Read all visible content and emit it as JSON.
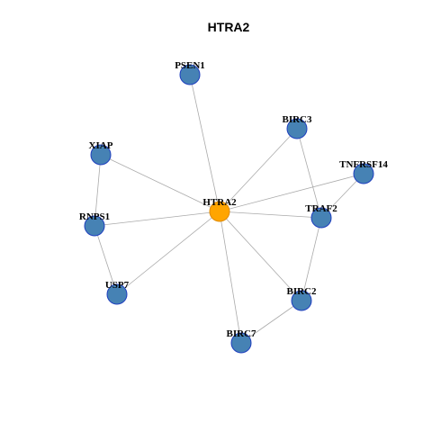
{
  "title": "HTRA2",
  "colors": {
    "center_fill": "#ffa500",
    "center_stroke": "#e08a00",
    "node_fill": "#4682b4",
    "node_stroke": "#1f3fbf",
    "edge": "#aaaaaa"
  },
  "nodes": [
    {
      "id": "HTRA2",
      "label": "HTRA2",
      "center": true
    },
    {
      "id": "PSEN1",
      "label": "PSEN1"
    },
    {
      "id": "BIRC3",
      "label": "BIRC3"
    },
    {
      "id": "XIAP",
      "label": "XIAP"
    },
    {
      "id": "TNFRSF14",
      "label": "TNFRSF14"
    },
    {
      "id": "TRAF2",
      "label": "TRAF2"
    },
    {
      "id": "RNPS1",
      "label": "RNPS1"
    },
    {
      "id": "USP7",
      "label": "USP7"
    },
    {
      "id": "BIRC2",
      "label": "BIRC2"
    },
    {
      "id": "BIRC7",
      "label": "BIRC7"
    }
  ],
  "edges": [
    [
      "HTRA2",
      "PSEN1"
    ],
    [
      "HTRA2",
      "BIRC3"
    ],
    [
      "HTRA2",
      "XIAP"
    ],
    [
      "HTRA2",
      "TNFRSF14"
    ],
    [
      "HTRA2",
      "TRAF2"
    ],
    [
      "HTRA2",
      "RNPS1"
    ],
    [
      "HTRA2",
      "USP7"
    ],
    [
      "HTRA2",
      "BIRC2"
    ],
    [
      "HTRA2",
      "BIRC7"
    ],
    [
      "BIRC3",
      "TRAF2"
    ],
    [
      "TNFRSF14",
      "TRAF2"
    ],
    [
      "TRAF2",
      "BIRC2"
    ],
    [
      "XIAP",
      "RNPS1"
    ],
    [
      "RNPS1",
      "USP7"
    ],
    [
      "BIRC2",
      "BIRC7"
    ]
  ]
}
